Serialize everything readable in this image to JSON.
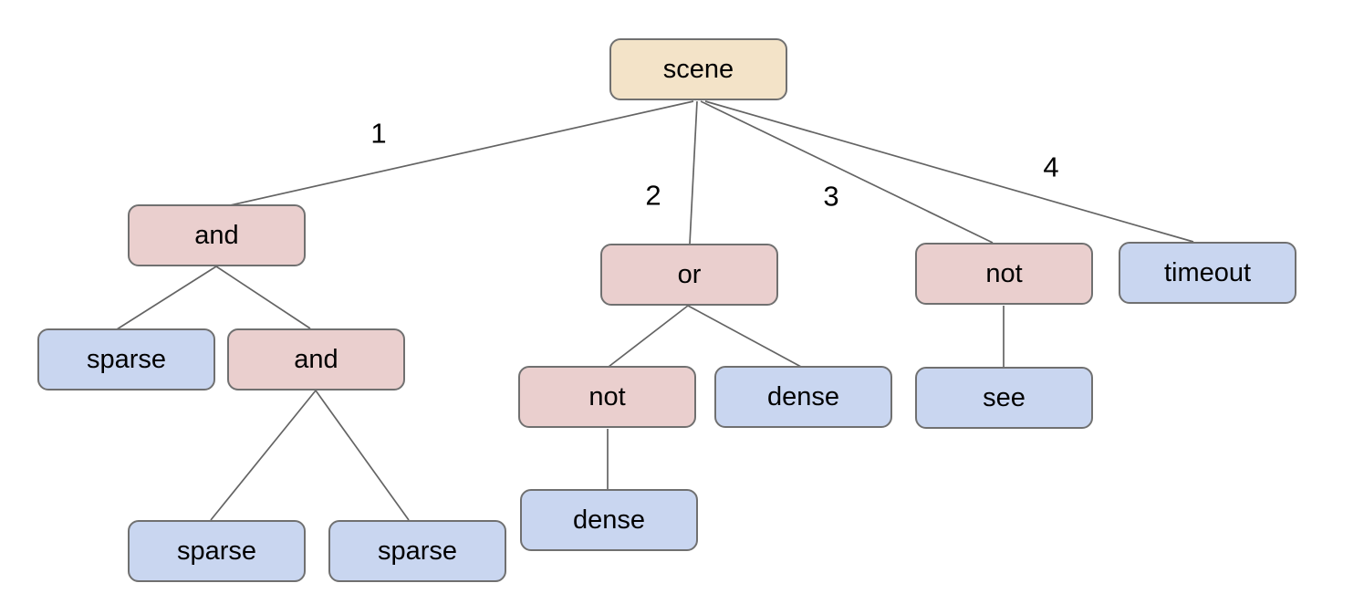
{
  "diagram": {
    "type": "tree",
    "colors": {
      "root_fill": "#f3e3c8",
      "operator_fill": "#eacfce",
      "leaf_fill": "#c9d6f0",
      "node_border": "#707070",
      "edge_line": "#646464",
      "text": "#000000",
      "background": "#ffffff"
    },
    "nodes": [
      {
        "id": "scene",
        "label": "scene",
        "role": "root"
      },
      {
        "id": "and-1",
        "label": "and",
        "role": "operator"
      },
      {
        "id": "or-1",
        "label": "or",
        "role": "operator"
      },
      {
        "id": "not-1",
        "label": "not",
        "role": "operator"
      },
      {
        "id": "timeout-1",
        "label": "timeout",
        "role": "leaf"
      },
      {
        "id": "sparse-1",
        "label": "sparse",
        "role": "leaf"
      },
      {
        "id": "and-2",
        "label": "and",
        "role": "operator"
      },
      {
        "id": "not-2",
        "label": "not",
        "role": "operator"
      },
      {
        "id": "dense-1",
        "label": "dense",
        "role": "leaf"
      },
      {
        "id": "see-1",
        "label": "see",
        "role": "leaf"
      },
      {
        "id": "sparse-2",
        "label": "sparse",
        "role": "leaf"
      },
      {
        "id": "sparse-3",
        "label": "sparse",
        "role": "leaf"
      },
      {
        "id": "dense-2",
        "label": "dense",
        "role": "leaf"
      }
    ],
    "edges": [
      {
        "from": "scene",
        "to": "and-1",
        "label": "1"
      },
      {
        "from": "scene",
        "to": "or-1",
        "label": "2"
      },
      {
        "from": "scene",
        "to": "not-1",
        "label": "3"
      },
      {
        "from": "scene",
        "to": "timeout-1",
        "label": "4"
      },
      {
        "from": "and-1",
        "to": "sparse-1",
        "label": ""
      },
      {
        "from": "and-1",
        "to": "and-2",
        "label": ""
      },
      {
        "from": "and-2",
        "to": "sparse-2",
        "label": ""
      },
      {
        "from": "and-2",
        "to": "sparse-3",
        "label": ""
      },
      {
        "from": "or-1",
        "to": "not-2",
        "label": ""
      },
      {
        "from": "or-1",
        "to": "dense-1",
        "label": ""
      },
      {
        "from": "not-2",
        "to": "dense-2",
        "label": ""
      },
      {
        "from": "not-1",
        "to": "see-1",
        "label": ""
      }
    ]
  }
}
